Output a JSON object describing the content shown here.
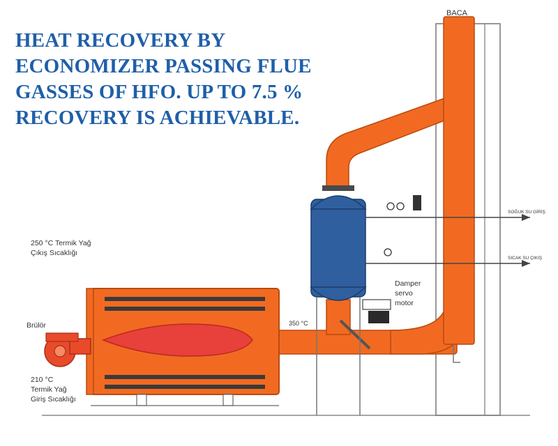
{
  "headline": {
    "lines": [
      "HEAT RECOVERY BY",
      "ECONOMIZER PASSING FLUE",
      "GASSES OF HFO. UP TO 7.5 %",
      "RECOVERY IS ACHIEVABLE."
    ]
  },
  "labels": {
    "stack": "BACA",
    "cold_water_inlet": "SOĞUK SU GİRİŞ",
    "hot_water_outlet": "SICAK SU ÇIKIŞ",
    "oil_out_temp": "250 °C Termik Yağ",
    "oil_out_desc": "Çıkış Sıcaklığı",
    "burner": "Brülör",
    "oil_in_temp": "210 °C",
    "oil_in_line1": "Termik Yağ",
    "oil_in_line2": "Giriş Sıcaklığı",
    "flue_temp": "350 °C",
    "damper_line1": "Damper",
    "damper_line2": "servo",
    "damper_line3": "motor"
  },
  "colors": {
    "headline": "#1f5fa8",
    "pipe": "#f26a21",
    "pipe_stroke": "#b84a10",
    "economizer": "#2f5f9e",
    "flame": "#e8403a",
    "burner": "#e84a2a"
  }
}
